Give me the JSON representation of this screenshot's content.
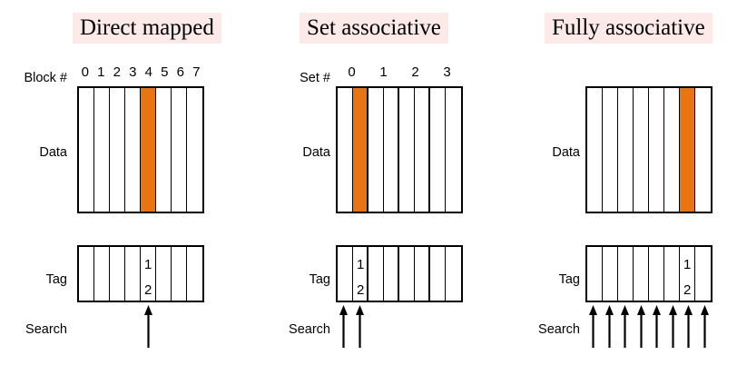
{
  "figure": {
    "kind": "cache-mapping-diagram",
    "panels": [
      {
        "id": "direct",
        "title": "Direct mapped",
        "index_label": "Block #",
        "index_ticks": [
          "0",
          "1",
          "2",
          "3",
          "4",
          "5",
          "6",
          "7"
        ],
        "data_label": "Data",
        "tag_label": "Tag",
        "search_label": "Search",
        "columns": 8,
        "data_filled_index": 4,
        "tag_marked_index": 4,
        "tag_mark_lines": [
          "1",
          "2"
        ],
        "search_arrow_indices": [
          4
        ],
        "divider_style": "uniform"
      },
      {
        "id": "set",
        "title": "Set associative",
        "index_label": "Set #",
        "index_ticks": [
          "0",
          "1",
          "2",
          "3"
        ],
        "data_label": "Data",
        "tag_label": "Tag",
        "search_label": "Search",
        "columns": 8,
        "ways_per_set": 2,
        "data_filled_index": 1,
        "tag_marked_index": 1,
        "tag_mark_lines": [
          "1",
          "2"
        ],
        "search_arrow_indices": [
          0,
          1
        ],
        "divider_style": "set-grouped"
      },
      {
        "id": "fully",
        "title": "Fully associative",
        "index_label": "",
        "index_ticks": [],
        "data_label": "Data",
        "tag_label": "Tag",
        "search_label": "Search",
        "columns": 8,
        "data_filled_index": 6,
        "tag_marked_index": 6,
        "tag_mark_lines": [
          "1",
          "2"
        ],
        "search_arrow_indices": [
          0,
          1,
          2,
          3,
          4,
          5,
          6,
          7
        ],
        "divider_style": "uniform"
      }
    ],
    "colors": {
      "highlight": "#e87511",
      "title_background": "#fceae9",
      "stroke": "#000000",
      "cell_fill": "#ffffff",
      "page_background": "#ffffff"
    }
  }
}
